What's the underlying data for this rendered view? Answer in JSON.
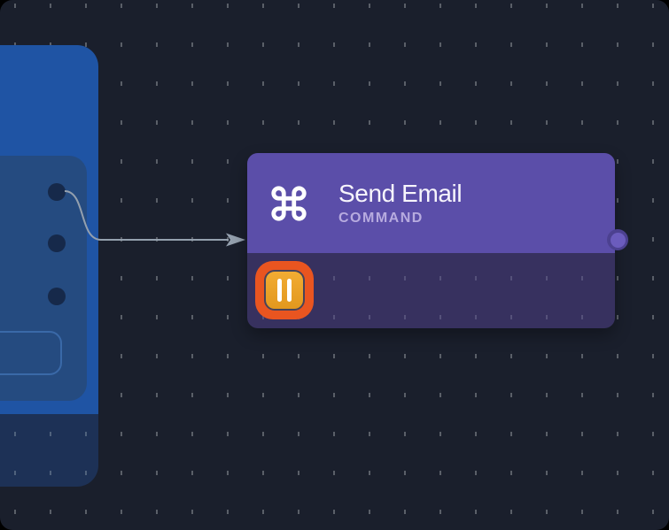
{
  "colors": {
    "bg": "#1a1f2c",
    "grid-dot": "#5a5f68",
    "blue": "#1f54a4",
    "blue-panel": "#254b80",
    "blue-footer": "#1d3156",
    "port-navy": "#16294a",
    "panel-outline": "#3a69a8",
    "header-purple": "#5b4ea9",
    "node-body": "#37315f",
    "title": "#f7f5fc",
    "subtitle": "#b7abdf",
    "edge": "#94a0ae",
    "orange": "#e95520",
    "amber-top": "#f2ac33",
    "amber-bottom": "#e2981e",
    "port-ring": "#4c4190",
    "port-fill": "#6b5cbd"
  },
  "canvas": {
    "type": "node-editor-dot-grid"
  },
  "nodes": {
    "left_partial_node": {
      "ports": [
        "output-port-1",
        "output-port-2",
        "output-port-3"
      ],
      "has_footer_button": true
    },
    "send_email_node": {
      "title": "Send Email",
      "type_label": "COMMAND",
      "header_icon": "command-icon",
      "status_icon": "pause-icon",
      "output_ports": [
        "output-port-right"
      ]
    }
  },
  "edge": {
    "from": "left-partial-node-output-port-1",
    "to": "send-email-node",
    "style": "arrow"
  }
}
